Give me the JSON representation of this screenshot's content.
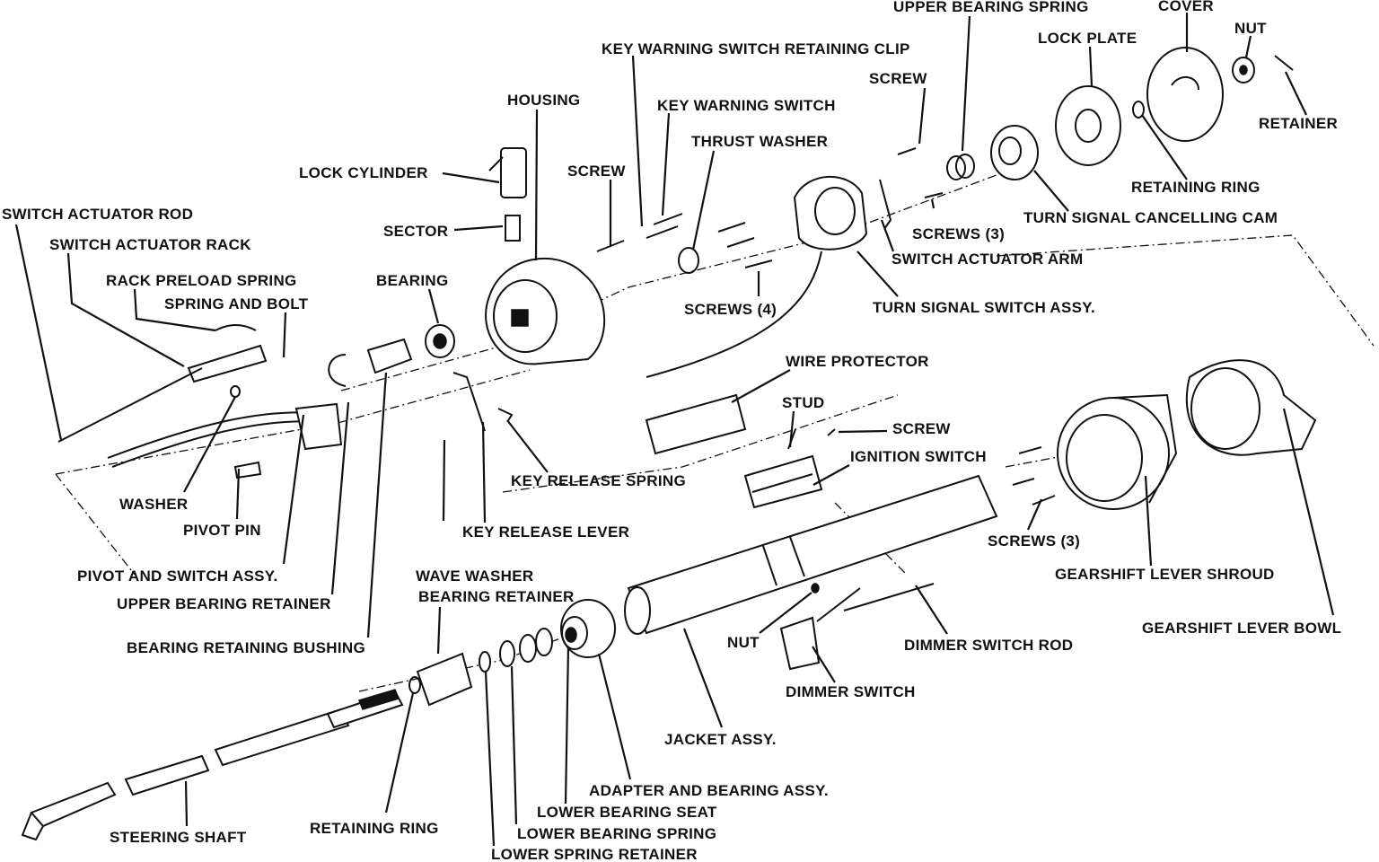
{
  "labels": {
    "upper_bearing_spring": "UPPER BEARING SPRING",
    "cover": "COVER",
    "nut_top": "NUT",
    "lock_plate": "LOCK PLATE",
    "key_warning_switch_retaining_clip": "KEY WARNING SWITCH RETAINING CLIP",
    "screw_top": "SCREW",
    "retainer": "RETAINER",
    "housing": "HOUSING",
    "key_warning_switch": "KEY WARNING SWITCH",
    "thrust_washer": "THRUST WASHER",
    "retaining_ring_top": "RETAINING RING",
    "lock_cylinder": "LOCK CYLINDER",
    "screw_mid": "SCREW",
    "switch_actuator_rod": "SWITCH ACTUATOR ROD",
    "turn_signal_cancelling_cam": "TURN SIGNAL CANCELLING CAM",
    "sector": "SECTOR",
    "screws_3_top": "SCREWS (3)",
    "switch_actuator_rack": "SWITCH ACTUATOR RACK",
    "switch_actuator_arm": "SWITCH ACTUATOR ARM",
    "rack_preload_spring": "RACK PRELOAD SPRING",
    "bearing": "BEARING",
    "spring_and_bolt": "SPRING AND BOLT",
    "screws_4": "SCREWS (4)",
    "turn_signal_switch_assy": "TURN SIGNAL SWITCH ASSY.",
    "wire_protector": "WIRE PROTECTOR",
    "stud": "STUD",
    "screw_right": "SCREW",
    "ignition_switch": "IGNITION SWITCH",
    "key_release_spring": "KEY RELEASE SPRING",
    "washer": "WASHER",
    "pivot_pin": "PIVOT PIN",
    "key_release_lever": "KEY RELEASE LEVER",
    "screws_3_bottom": "SCREWS (3)",
    "pivot_and_switch_assy": "PIVOT AND SWITCH ASSY.",
    "wave_washer": "WAVE WASHER",
    "gearshift_lever_shroud": "GEARSHIFT LEVER SHROUD",
    "bearing_retainer": "BEARING RETAINER",
    "upper_bearing_retainer": "UPPER BEARING RETAINER",
    "gearshift_lever_bowl": "GEARSHIFT LEVER BOWL",
    "nut_mid": "NUT",
    "dimmer_switch_rod": "DIMMER SWITCH ROD",
    "bearing_retaining_bushing": "BEARING RETAINING BUSHING",
    "dimmer_switch": "DIMMER SWITCH",
    "jacket_assy": "JACKET ASSY.",
    "adapter_and_bearing_assy": "ADAPTER AND BEARING ASSY.",
    "lower_bearing_seat": "LOWER BEARING SEAT",
    "steering_shaft": "STEERING SHAFT",
    "retaining_ring_bottom": "RETAINING RING",
    "lower_bearing_spring": "LOWER BEARING SPRING",
    "lower_spring_retainer": "LOWER SPRING RETAINER"
  },
  "colors": {
    "ink": "#111111",
    "paper": "#ffffff"
  }
}
